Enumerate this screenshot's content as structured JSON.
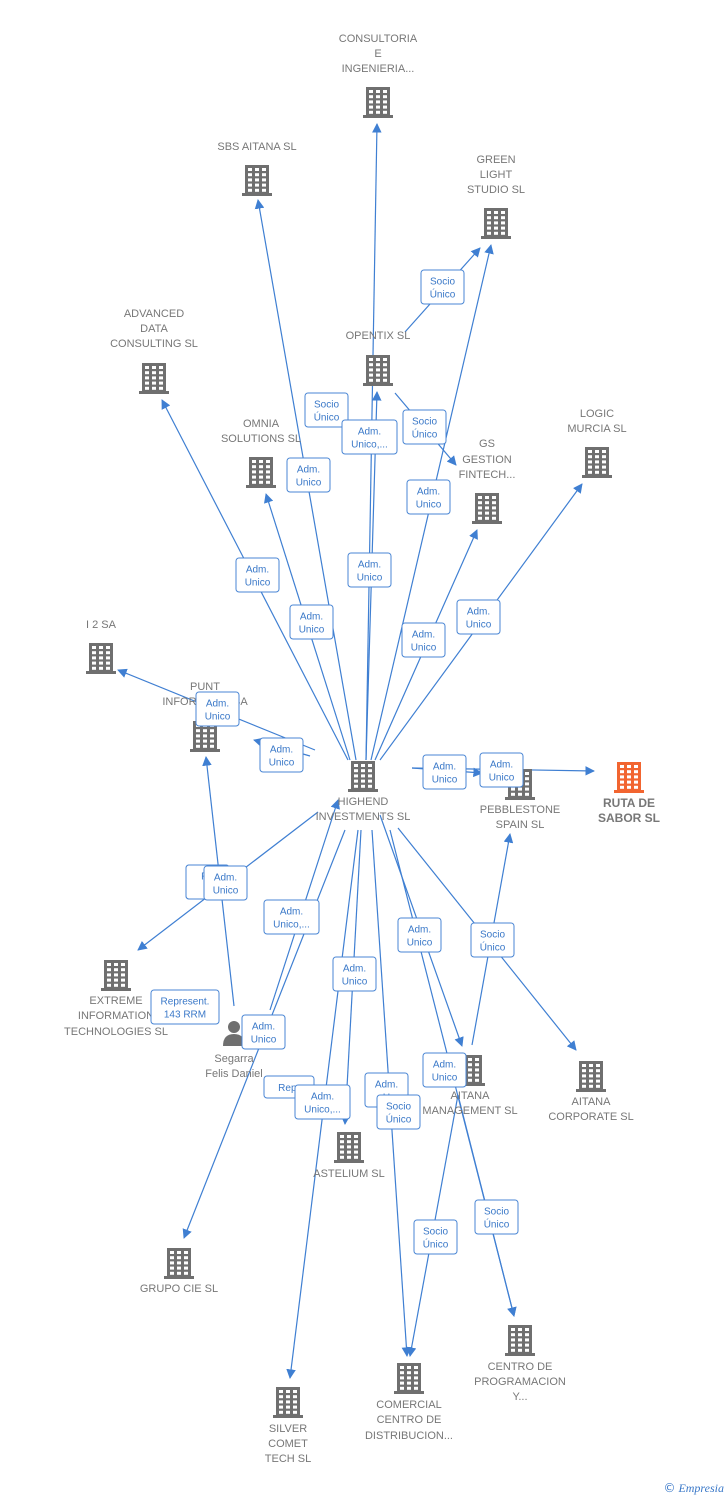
{
  "colors": {
    "edge": "#3f7fd2",
    "node": "#6f6f6f",
    "focus": "#f26530",
    "label_text": "#3a78c8"
  },
  "nodes": [
    {
      "id": "hub",
      "type": "company",
      "focus": false,
      "label": [
        "HIGHEND",
        "INVESTMENTS SL"
      ]
    },
    {
      "id": "ruta",
      "type": "company",
      "focus": true,
      "label": [
        "RUTA DE",
        "SABOR  SL"
      ]
    },
    {
      "id": "pebble",
      "type": "company",
      "focus": false,
      "label": [
        "PEBBLESTONE",
        "SPAIN  SL"
      ]
    },
    {
      "id": "consultoria",
      "type": "company",
      "focus": false,
      "label": [
        "CONSULTORIA",
        "E",
        "INGENIERIA..."
      ]
    },
    {
      "id": "sbs",
      "type": "company",
      "focus": false,
      "label": [
        "SBS AITANA SL"
      ]
    },
    {
      "id": "green",
      "type": "company",
      "focus": false,
      "label": [
        "GREEN",
        "LIGHT",
        "STUDIO  SL"
      ]
    },
    {
      "id": "advanced",
      "type": "company",
      "focus": false,
      "label": [
        "ADVANCED",
        "DATA",
        "CONSULTING SL"
      ]
    },
    {
      "id": "opentix",
      "type": "company",
      "focus": false,
      "label": [
        "OPENTIX SL"
      ]
    },
    {
      "id": "omnia",
      "type": "company",
      "focus": false,
      "label": [
        "OMNIA",
        "SOLUTIONS SL"
      ]
    },
    {
      "id": "gs",
      "type": "company",
      "focus": false,
      "label": [
        "GS",
        "GESTION",
        "FINTECH..."
      ]
    },
    {
      "id": "logic",
      "type": "company",
      "focus": false,
      "label": [
        "LOGIC",
        "MURCIA SL"
      ]
    },
    {
      "id": "i2",
      "type": "company",
      "focus": false,
      "label": [
        "I 2 SA"
      ]
    },
    {
      "id": "punt",
      "type": "company",
      "focus": false,
      "label": [
        "PUNT",
        "INFORMATIC SA"
      ]
    },
    {
      "id": "extreme",
      "type": "company",
      "focus": false,
      "label": [
        "EXTREME",
        "INFORMATION",
        "TECHNOLOGIES SL"
      ]
    },
    {
      "id": "segarra",
      "type": "person",
      "focus": false,
      "label": [
        "Segarra",
        "Felis Daniel"
      ]
    },
    {
      "id": "aitana_mgmt",
      "type": "company",
      "focus": false,
      "label": [
        "AITANA",
        "MANAGEMENT SL"
      ]
    },
    {
      "id": "aitana_corp",
      "type": "company",
      "focus": false,
      "label": [
        "AITANA",
        "CORPORATE SL"
      ]
    },
    {
      "id": "astelium",
      "type": "company",
      "focus": false,
      "label": [
        "ASTELIUM SL"
      ]
    },
    {
      "id": "grupo_cie",
      "type": "company",
      "focus": false,
      "label": [
        "GRUPO CIE SL"
      ]
    },
    {
      "id": "silver",
      "type": "company",
      "focus": false,
      "label": [
        "SILVER",
        "COMET",
        "TECH  SL"
      ]
    },
    {
      "id": "comercial",
      "type": "company",
      "focus": false,
      "label": [
        "COMERCIAL",
        "CENTRO DE",
        "DISTRIBUCION..."
      ]
    },
    {
      "id": "centro_prog",
      "type": "company",
      "focus": false,
      "label": [
        "CENTRO DE",
        "PROGRAMACION",
        "Y..."
      ]
    }
  ],
  "edges": [
    {
      "from": "hub",
      "to": "consultoria"
    },
    {
      "from": "hub",
      "to": "sbs"
    },
    {
      "from": "hub",
      "to": "green"
    },
    {
      "from": "opentix",
      "to": "green"
    },
    {
      "from": "hub",
      "to": "advanced"
    },
    {
      "from": "hub",
      "to": "opentix"
    },
    {
      "from": "opentix",
      "to": "gs"
    },
    {
      "from": "hub",
      "to": "omnia"
    },
    {
      "from": "hub",
      "to": "gs"
    },
    {
      "from": "hub",
      "to": "logic"
    },
    {
      "from": "hub",
      "to": "i2"
    },
    {
      "from": "hub",
      "to": "punt"
    },
    {
      "from": "hub",
      "to": "ruta"
    },
    {
      "from": "hub",
      "to": "pebble"
    },
    {
      "from": "hub",
      "to": "extreme"
    },
    {
      "from": "segarra",
      "to": "punt"
    },
    {
      "from": "segarra",
      "to": "hub"
    },
    {
      "from": "hub",
      "to": "aitana_mgmt"
    },
    {
      "from": "hub",
      "to": "aitana_corp"
    },
    {
      "from": "aitana_mgmt",
      "to": "pebble"
    },
    {
      "from": "hub",
      "to": "astelium"
    },
    {
      "from": "hub",
      "to": "grupo_cie"
    },
    {
      "from": "hub",
      "to": "silver"
    },
    {
      "from": "hub",
      "to": "comercial"
    },
    {
      "from": "aitana_mgmt",
      "to": "comercial"
    },
    {
      "from": "hub",
      "to": "centro_prog"
    },
    {
      "from": "aitana_mgmt",
      "to": "centro_prog"
    }
  ],
  "edge_labels": [
    {
      "lines": [
        "Socio",
        "Único"
      ]
    },
    {
      "lines": [
        "Socio",
        "Único"
      ]
    },
    {
      "lines": [
        "Adm.",
        "Unico,..."
      ]
    },
    {
      "lines": [
        "Socio",
        "Único"
      ]
    },
    {
      "lines": [
        "Adm.",
        "Unico"
      ]
    },
    {
      "lines": [
        "Adm.",
        "Unico"
      ]
    },
    {
      "lines": [
        "Adm.",
        "Unico"
      ]
    },
    {
      "lines": [
        "Adm.",
        "Unico"
      ]
    },
    {
      "lines": [
        "Adm.",
        "Unico"
      ]
    },
    {
      "lines": [
        "Adm.",
        "Unico"
      ]
    },
    {
      "lines": [
        "Adm.",
        "Unico"
      ]
    },
    {
      "lines": [
        "Adm.",
        "Unico"
      ]
    },
    {
      "lines": [
        "Adm.",
        "Unico"
      ]
    },
    {
      "lines": [
        "Adm.",
        "Unico"
      ]
    },
    {
      "lines": [
        "Adm.",
        "Unico"
      ]
    },
    {
      "lines": [
        "Adm.",
        "Unico"
      ]
    },
    {
      "lines": [
        "Re",
        "1"
      ]
    },
    {
      "lines": [
        "Adm.",
        "Unico"
      ]
    },
    {
      "lines": [
        "Adm.",
        "Unico,..."
      ]
    },
    {
      "lines": [
        "Represent.",
        "143 RRM"
      ]
    },
    {
      "lines": [
        "Adm.",
        "Unico"
      ]
    },
    {
      "lines": [
        "Adm.",
        "Unico"
      ]
    },
    {
      "lines": [
        "Adm.",
        "Unico"
      ]
    },
    {
      "lines": [
        "Socio",
        "Único"
      ]
    },
    {
      "lines": [
        "Repr"
      ]
    },
    {
      "lines": [
        "Adm.",
        "Unico,..."
      ]
    },
    {
      "lines": [
        "Adm.",
        "U"
      ]
    },
    {
      "lines": [
        "Socio",
        "Único"
      ]
    },
    {
      "lines": [
        "Adm.",
        "Unico"
      ]
    },
    {
      "lines": [
        "Socio",
        "Único"
      ]
    },
    {
      "lines": [
        "Socio",
        "Único"
      ]
    }
  ],
  "footer": {
    "copyright": "©",
    "brand": "Empresia"
  }
}
